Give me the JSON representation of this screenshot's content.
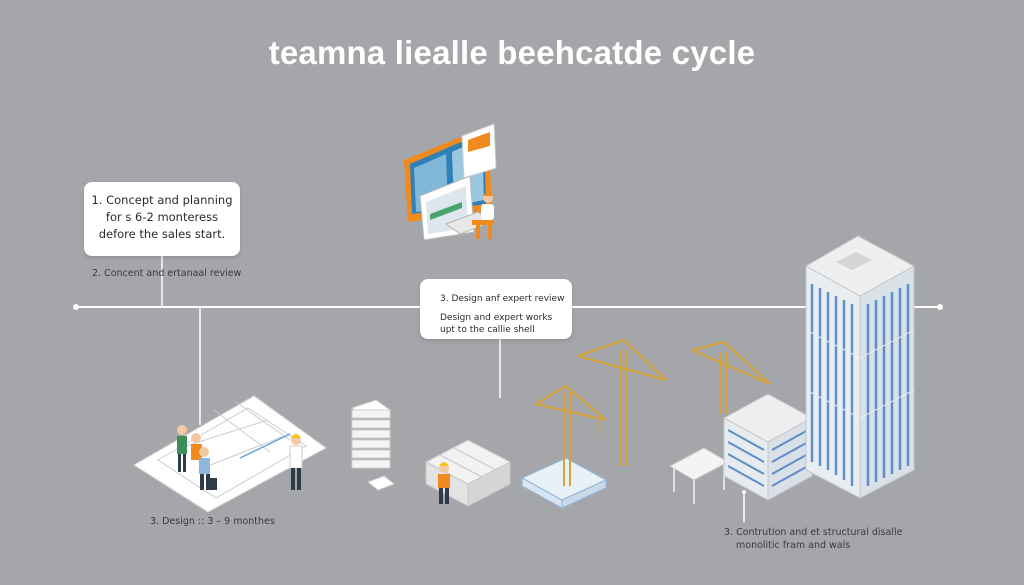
{
  "title": "teamna liealle beehcatde cycle",
  "stage1": {
    "lines": [
      "1. Concept and planning",
      "for s 6-2 monteress",
      "defore the sales start."
    ]
  },
  "label_review": "2. Concent and ertanaal review",
  "stage3": {
    "heading": "3. Design anf expert review",
    "lines": [
      "Design and expert works",
      "upt to the callie shell"
    ]
  },
  "label_design": "3. Design :: 3 – 9 monthes",
  "label_construction": [
    "3. Contrution and et structural disalle",
    "monolitic fram and wals"
  ],
  "colors": {
    "background": "#a4a6aa",
    "timeline": "#ffffff",
    "crane": "#d9a437",
    "building": "#5f8fc4",
    "accent": "#f08a1c"
  }
}
